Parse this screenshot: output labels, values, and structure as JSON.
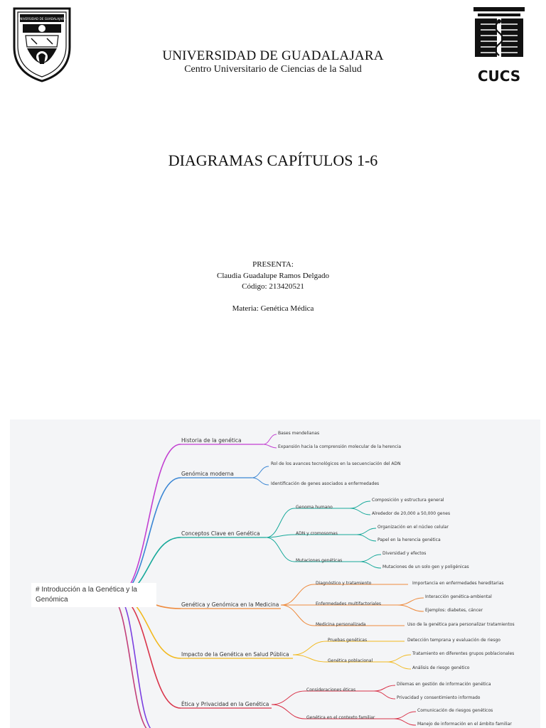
{
  "header": {
    "university": "UNIVERSIDAD DE GUADALAJARA",
    "center": "Centro Universitario de Ciencias de la Salud",
    "logo_left_text": "UNIVERSIDAD DE GUADALAJARA",
    "logo_right_text": "CUCS"
  },
  "document": {
    "title": "DIAGRAMAS CAPÍTULOS 1-6",
    "presenta_label": "PRESENTA:",
    "author": "Claudia Guadalupe Ramos Delgado",
    "code": "Código: 213420521",
    "subject": "Materia: Genética Médica"
  },
  "mindmap": {
    "root": "# Introducción a la Genética y la Genómica",
    "branches": [
      {
        "label": "Historia de la genética",
        "color": "#c23fd1",
        "children": [
          {
            "label": "Bases mendelianas"
          },
          {
            "label": "Expansión hacia la comprensión molecular de la herencia"
          }
        ]
      },
      {
        "label": "Genómica moderna",
        "color": "#3a86d4",
        "children": [
          {
            "label": "Rol de los avances tecnológicos en la secuenciación del ADN"
          },
          {
            "label": "Identificación de genes asociados a enfermedades"
          }
        ]
      },
      {
        "label": "Conceptos Clave en Genética",
        "color": "#17a99a",
        "children": [
          {
            "label": "Genoma humano",
            "children": [
              "Composición y estructura general",
              "Alrededor de 20,000 a 50,000 genes"
            ]
          },
          {
            "label": "ADN y cromosomas",
            "children": [
              "Organización en el núcleo celular",
              "Papel en la herencia genética"
            ]
          },
          {
            "label": "Mutaciones genéticas",
            "children": [
              "Diversidad y efectos",
              "Mutaciones de un solo gen y poligénicas"
            ]
          }
        ]
      },
      {
        "label": "Genética y Genómica en la Medicina",
        "color": "#ee8a3c",
        "children": [
          {
            "label": "Diagnóstico y tratamiento",
            "children": [
              "Importancia en enfermedades hereditarias"
            ]
          },
          {
            "label": "Enfermedades multifactoriales",
            "children": [
              "Interacción genética-ambiental",
              "Ejemplos: diabetes, cáncer"
            ]
          },
          {
            "label": "Medicina personalizada",
            "children": [
              "Uso de la genética para personalizar tratamientos"
            ]
          }
        ]
      },
      {
        "label": "Impacto de la Genética en Salud Pública",
        "color": "#f2b91e",
        "children": [
          {
            "label": "Pruebas genéticas",
            "children": [
              "Detección temprana y evaluación de riesgo"
            ]
          },
          {
            "label": "Genética poblacional",
            "children": [
              "Tratamiento en diferentes grupos poblacionales",
              "Análisis de riesgo genético"
            ]
          }
        ]
      },
      {
        "label": "Ética y Privacidad en la Genética",
        "color": "#d9344a",
        "children": [
          {
            "label": "Consideraciones éticas",
            "children": [
              "Dilemas en gestión de información genética",
              "Privacidad y consentimiento informado"
            ]
          },
          {
            "label": "Genética en el contexto familiar",
            "children": [
              "Comunicación de riesgos genéticos",
              "Manejo de información en el ámbito familiar"
            ]
          }
        ]
      }
    ],
    "extra_branch_colors": [
      "#7b3fe0",
      "#c23f7a"
    ]
  }
}
